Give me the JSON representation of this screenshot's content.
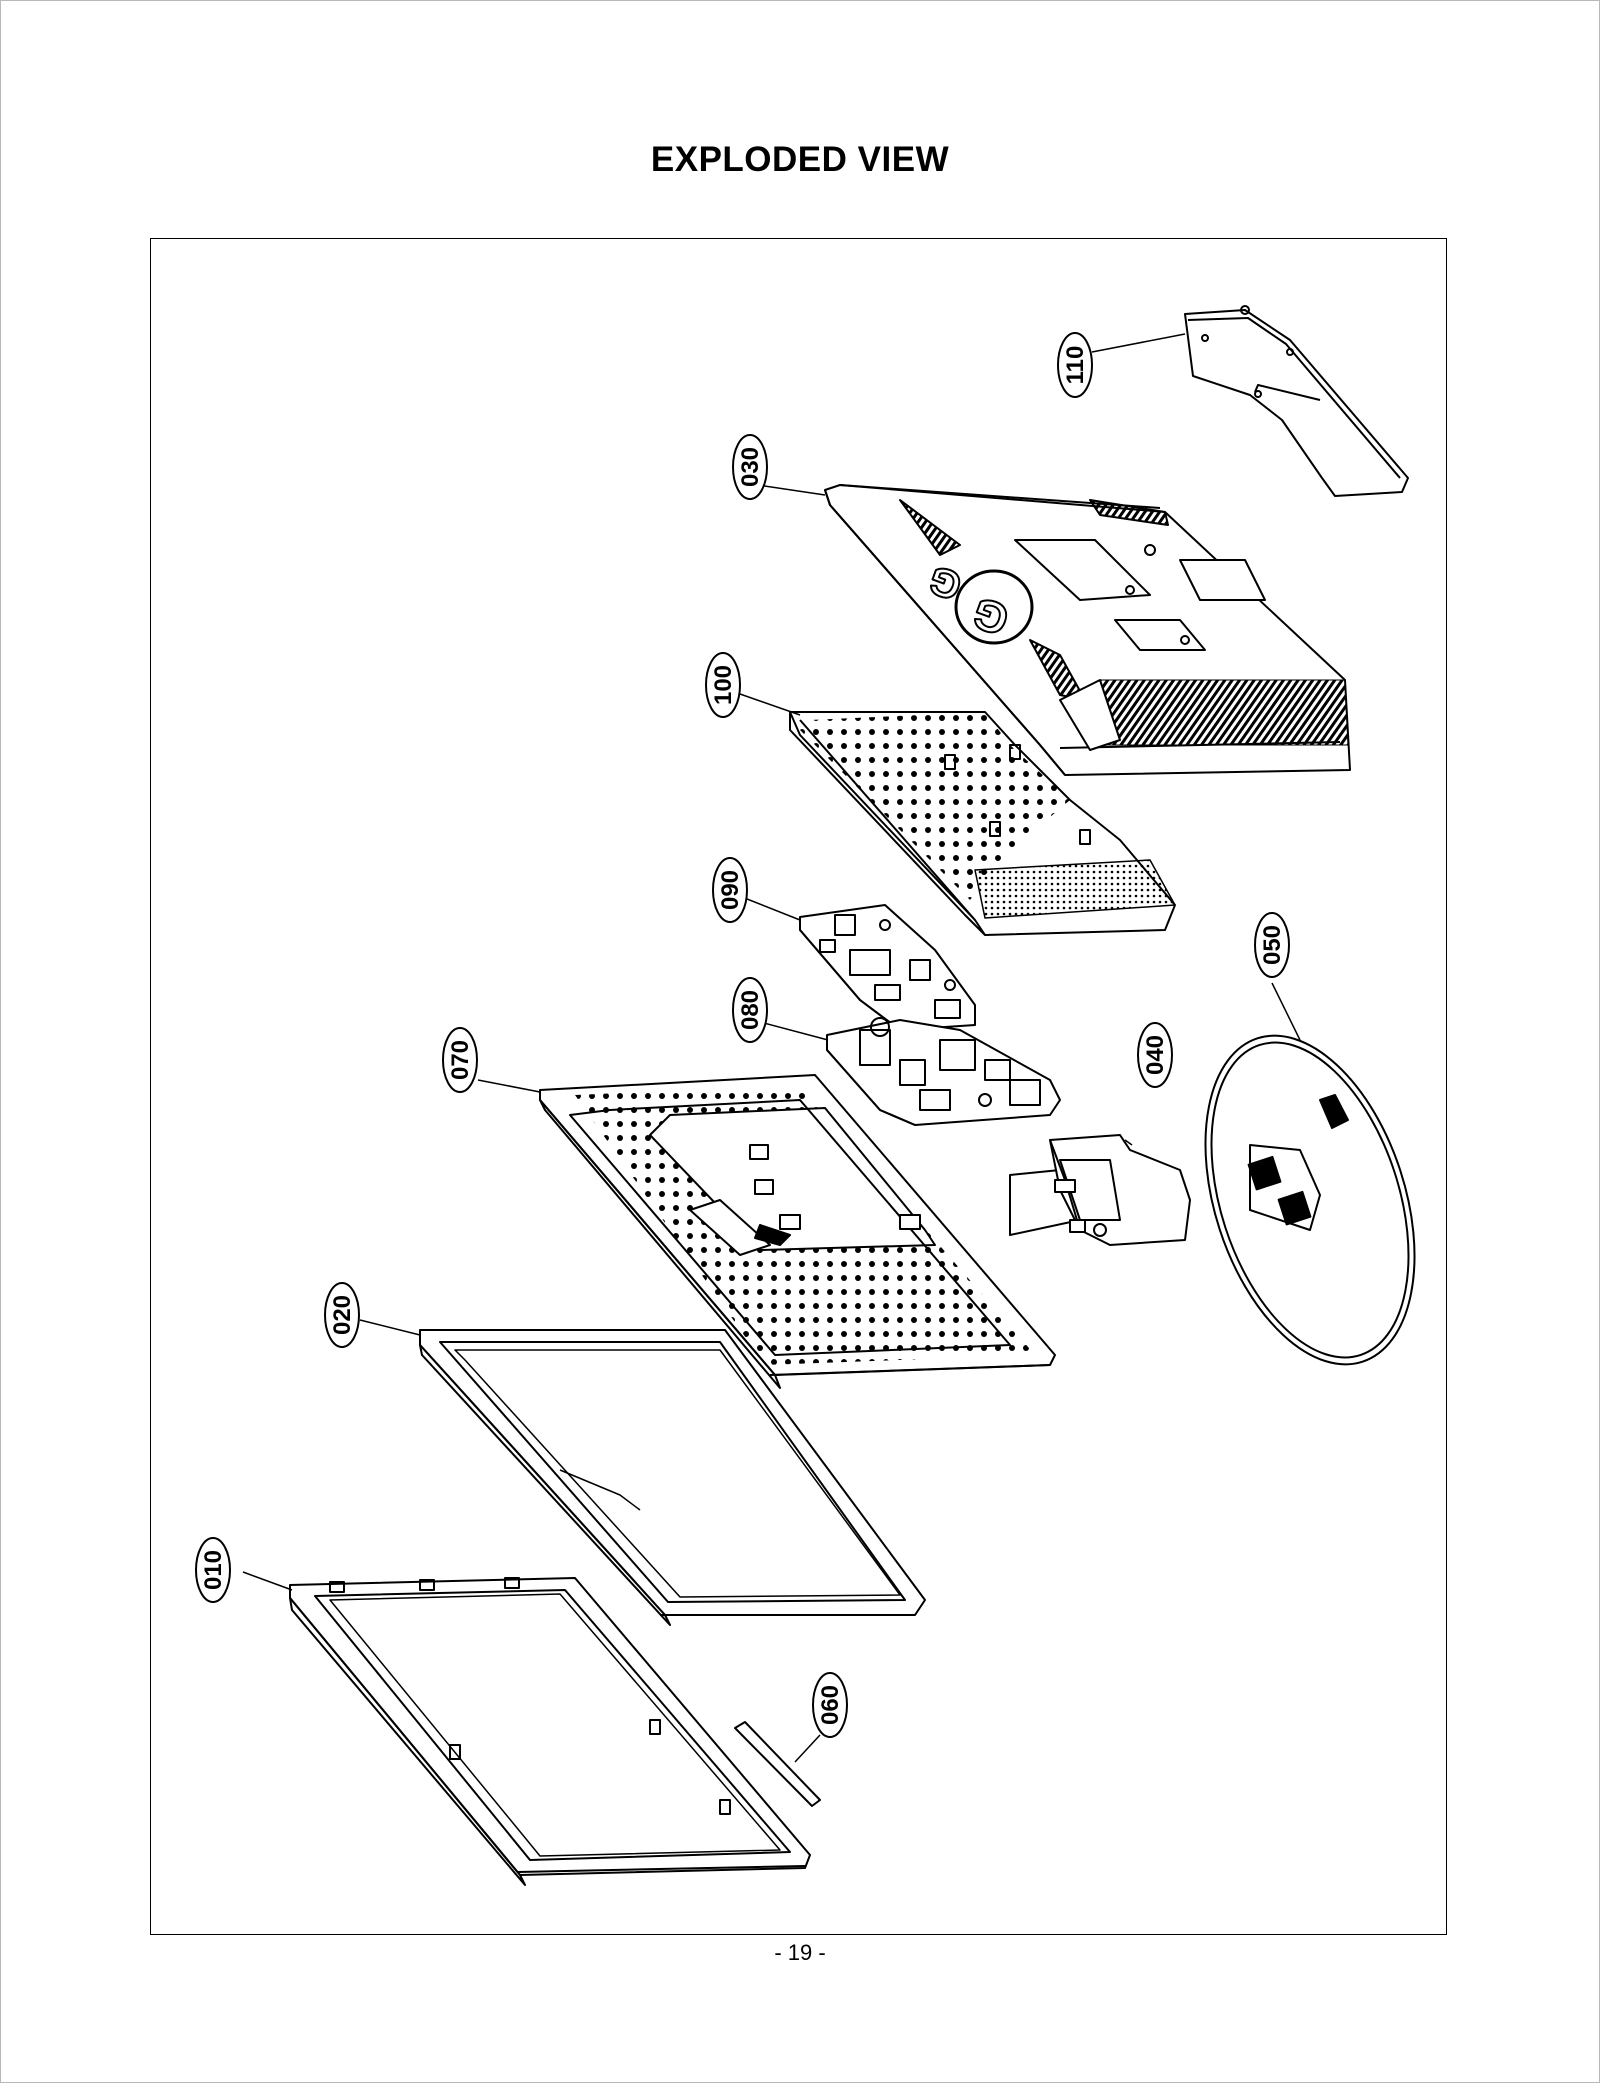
{
  "title": "EXPLODED VIEW",
  "page_number": "- 19 -",
  "callouts": [
    "110",
    "030",
    "100",
    "090",
    "080",
    "070",
    "040",
    "050",
    "020",
    "010",
    "060"
  ],
  "logo_text": "LG"
}
